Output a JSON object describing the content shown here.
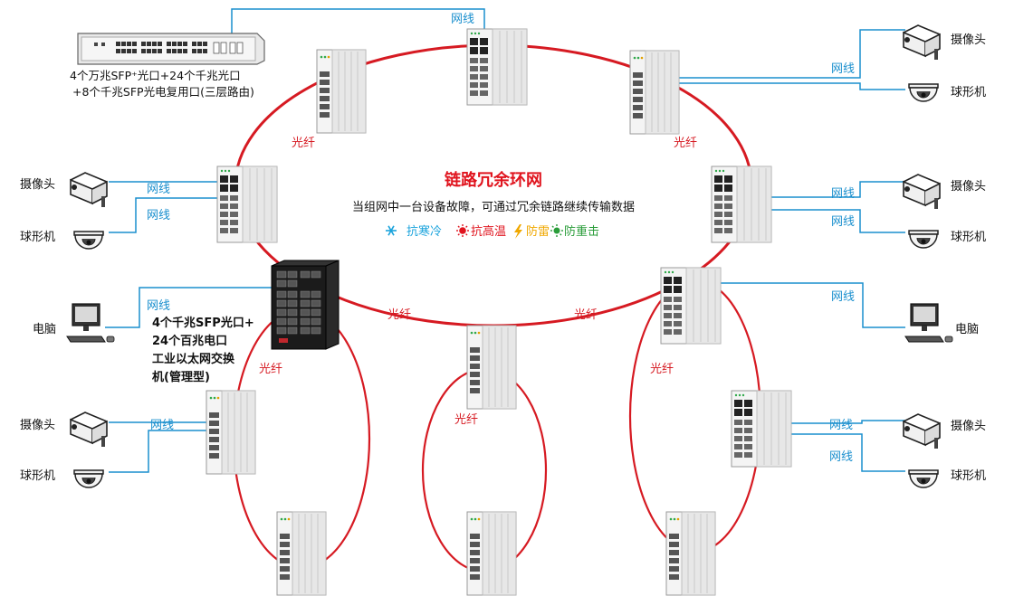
{
  "labels": {
    "net": "网线",
    "fiber": "光纤",
    "camera": "摄像头",
    "dome": "球形机",
    "pc": "电脑"
  },
  "core_switch": {
    "line1": "4个万兆SFP⁺光口+24个千兆光口",
    "line2": "+8个千兆SFP光电复用口(三层路由)"
  },
  "managed_switch": {
    "line1": "4个千兆SFP光口+",
    "line2": "24个百兆电口",
    "line3": "工业以太网交换",
    "line4": "机(管理型)"
  },
  "center": {
    "title": "链路冗余环网",
    "subtitle": "当组网中一台设备故障，可通过冗余链路继续传输数据",
    "features": [
      {
        "icon": "snowflake-icon",
        "label": "抗寒冷",
        "color": "#1aa3dc"
      },
      {
        "icon": "sun-icon",
        "label": "抗高温",
        "color": "#e0141e"
      },
      {
        "icon": "lightning-icon",
        "label": "防雷",
        "color": "#f0a800"
      },
      {
        "icon": "impact-icon",
        "label": "防重击",
        "color": "#2a9d3a"
      }
    ]
  },
  "colors": {
    "fiber": "#d61a22",
    "net": "#1a8fce",
    "title": "#e0141e"
  }
}
